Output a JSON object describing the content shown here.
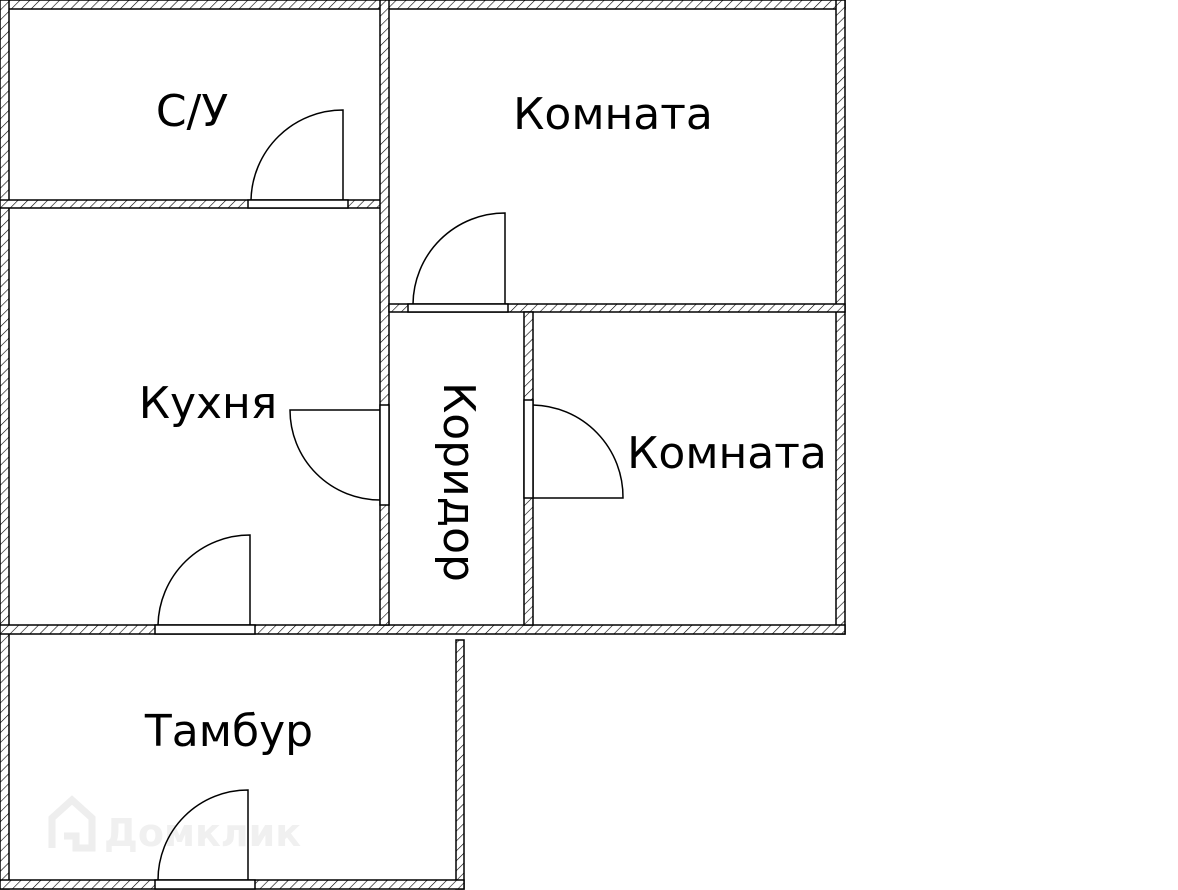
{
  "plan": {
    "rooms": {
      "bathroom": "С/У",
      "room_top": "Комната",
      "kitchen": "Кухня",
      "corridor": "Коридор",
      "room_right": "Комната",
      "vestibule": "Тамбур"
    },
    "watermark": "Домклик"
  }
}
